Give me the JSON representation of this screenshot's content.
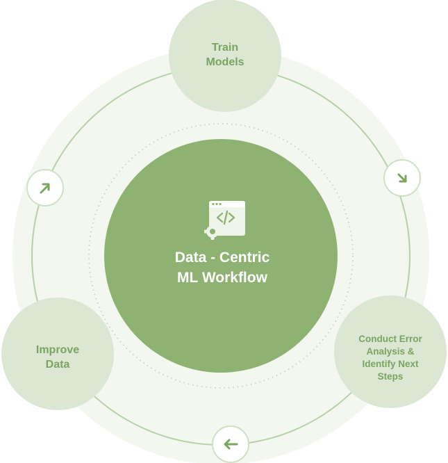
{
  "center": {
    "title": "Data  - Centric\nML Workflow",
    "icon": "code-window-gear-icon"
  },
  "nodes": {
    "train": "Train\nModels",
    "conduct": "Conduct Error\nAnalysis &\nIdentify Next\nSteps",
    "improve": "Improve\nData"
  },
  "arrows": {
    "top_right": "arrow-down-right-icon",
    "bottom": "arrow-left-icon",
    "left": "arrow-up-right-icon"
  },
  "colors": {
    "center_fill": "#8db272",
    "node_fill": "#dbe6d3",
    "node_text": "#79a560",
    "ring_stroke": "#b7d0a8",
    "background_disc": "#f3f7f0",
    "arrow_color": "#7aa65e"
  }
}
